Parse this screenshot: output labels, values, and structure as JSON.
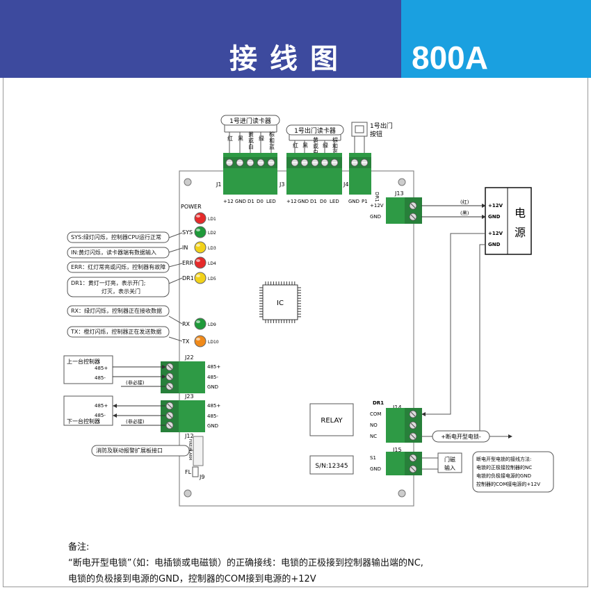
{
  "header": {
    "title": "接线图",
    "model": "800A"
  },
  "readers": {
    "in_reader": "1号进门读卡器",
    "out_reader": "1号出门读卡器",
    "exit_button": [
      "1号出门",
      "按钮"
    ],
    "wire_red": "红",
    "wire_black": "黑",
    "wire_yellow": [
      "黄",
      "或",
      "白"
    ],
    "wire_green": "绿",
    "wire_brown": [
      "棕",
      "和",
      "蓝"
    ]
  },
  "connectors": {
    "j1": "J1",
    "j3": "J3",
    "j4": "J4",
    "dr1_top": "DR1",
    "j13": "J13",
    "j22": "J22",
    "j23": "J23",
    "j12": "J12",
    "j9": "J9",
    "fl": "FL",
    "dr1_mid": "DR1",
    "j14": "J14",
    "j15": "J15",
    "j1_pins": [
      "+12",
      "GND",
      "D1",
      "D0",
      "LED"
    ],
    "j3_pins": [
      "+12",
      "GND",
      "D1",
      "D0",
      "LED"
    ],
    "j4_pins": [
      "GND",
      "P1"
    ],
    "j13_pins": [
      "+12V",
      "GND"
    ],
    "j22_pins": [
      "485+",
      "485-",
      "GND"
    ],
    "j23_pins": [
      "485+",
      "485-",
      "GND"
    ],
    "j14_pins": [
      "COM",
      "NO",
      "NC"
    ],
    "j15_pins": [
      "S1",
      "GND"
    ],
    "j12_vertical": "FIRE/ALARM"
  },
  "leds": [
    {
      "label": "POWER",
      "id": "LD1",
      "color": "#e52a2a"
    },
    {
      "label": "SYS",
      "id": "LD2",
      "color": "#1f9a3a"
    },
    {
      "label": "IN",
      "id": "LD3",
      "color": "#f2d21a"
    },
    {
      "label": "ERR",
      "id": "LD4",
      "color": "#e52a2a"
    },
    {
      "label": "DR1",
      "id": "LD5",
      "color": "#f2d21a"
    },
    {
      "label": "RX",
      "id": "LD9",
      "color": "#1f9a3a"
    },
    {
      "label": "TX",
      "id": "LD10",
      "color": "#f08a1a"
    }
  ],
  "callouts": {
    "sys": "SYS:绿灯闪烁，控制器CPU运行正常",
    "in": "IN:黄灯闪烁，读卡器端有数据输入",
    "err": "ERR：红灯常亮或闪烁，控制器有故障",
    "dr1_a": "DR1：黄灯一灯亮，表示开门;",
    "dr1_b": "灯灭，表示关门",
    "rx": "RX：绿灯闪烁，控制器正在接收数据",
    "tx": "TX：橙灯闪烁，控制器正在发送数据",
    "fire": "消防及联动报警扩展板接口"
  },
  "board": {
    "ic": "IC",
    "relay": "RELAY",
    "sn": "S/N:12345"
  },
  "bus": {
    "upper": "上一台控制器",
    "lower": "下一台控制器",
    "optional": "(非必接)",
    "p485": "485+",
    "n485": "485-"
  },
  "power": {
    "title": [
      "电",
      "源"
    ],
    "terms": [
      "+12V",
      "GND",
      "+12V",
      "GND"
    ],
    "red": "(红)",
    "black": "(黑)"
  },
  "lock": {
    "label": "+断电开型电锁-",
    "door": [
      "门磁",
      "输入"
    ],
    "box": [
      "断电开型电锁的接线方法:",
      "电锁的正极接控制器的NC",
      "电锁的负极接电源的GND",
      "控制器的COM接电源的+12V"
    ]
  },
  "notes": {
    "title": "备注:",
    "line1": "“断电开型电锁”（如：电插锁或电磁锁）的正确接线：电锁的正极接到控制器输出端的NC,",
    "line2": "电锁的负极接到电源的GND，控制器的COM接到电源的+12V"
  }
}
